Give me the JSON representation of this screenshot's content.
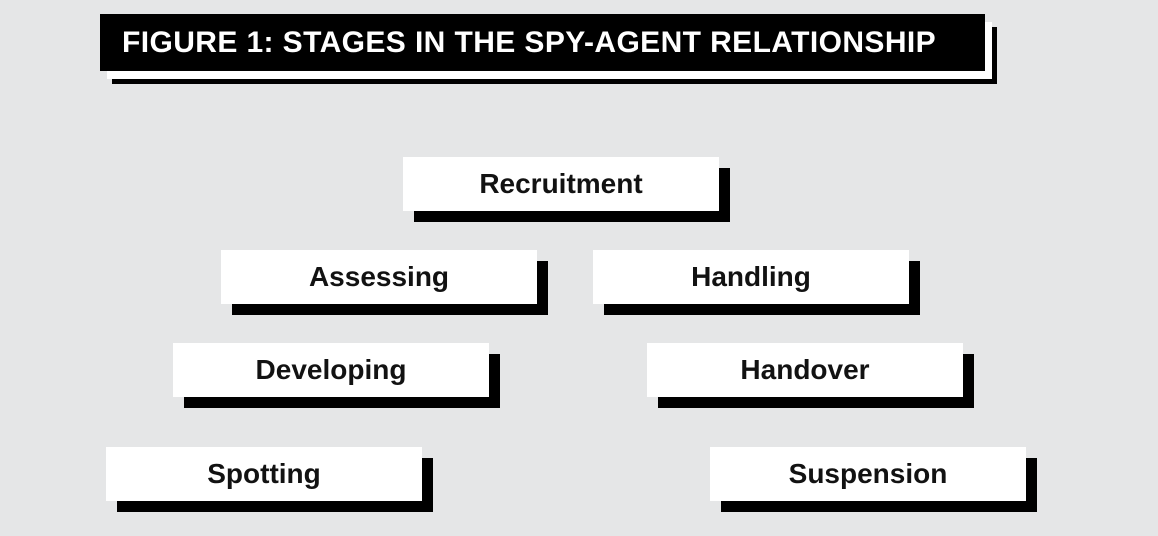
{
  "figure": {
    "title": "FIGURE 1: STAGES IN THE SPY-AGENT RELATIONSHIP"
  },
  "stages": [
    {
      "label": "Recruitment"
    },
    {
      "label": "Assessing"
    },
    {
      "label": "Handling"
    },
    {
      "label": "Developing"
    },
    {
      "label": "Handover"
    },
    {
      "label": "Spotting"
    },
    {
      "label": "Suspension"
    }
  ],
  "colors": {
    "background": "#e5e6e7",
    "box_fill": "#ffffff",
    "box_shadow": "#000000",
    "title_fill": "#000000",
    "title_text": "#ffffff",
    "stage_text": "#121212"
  }
}
